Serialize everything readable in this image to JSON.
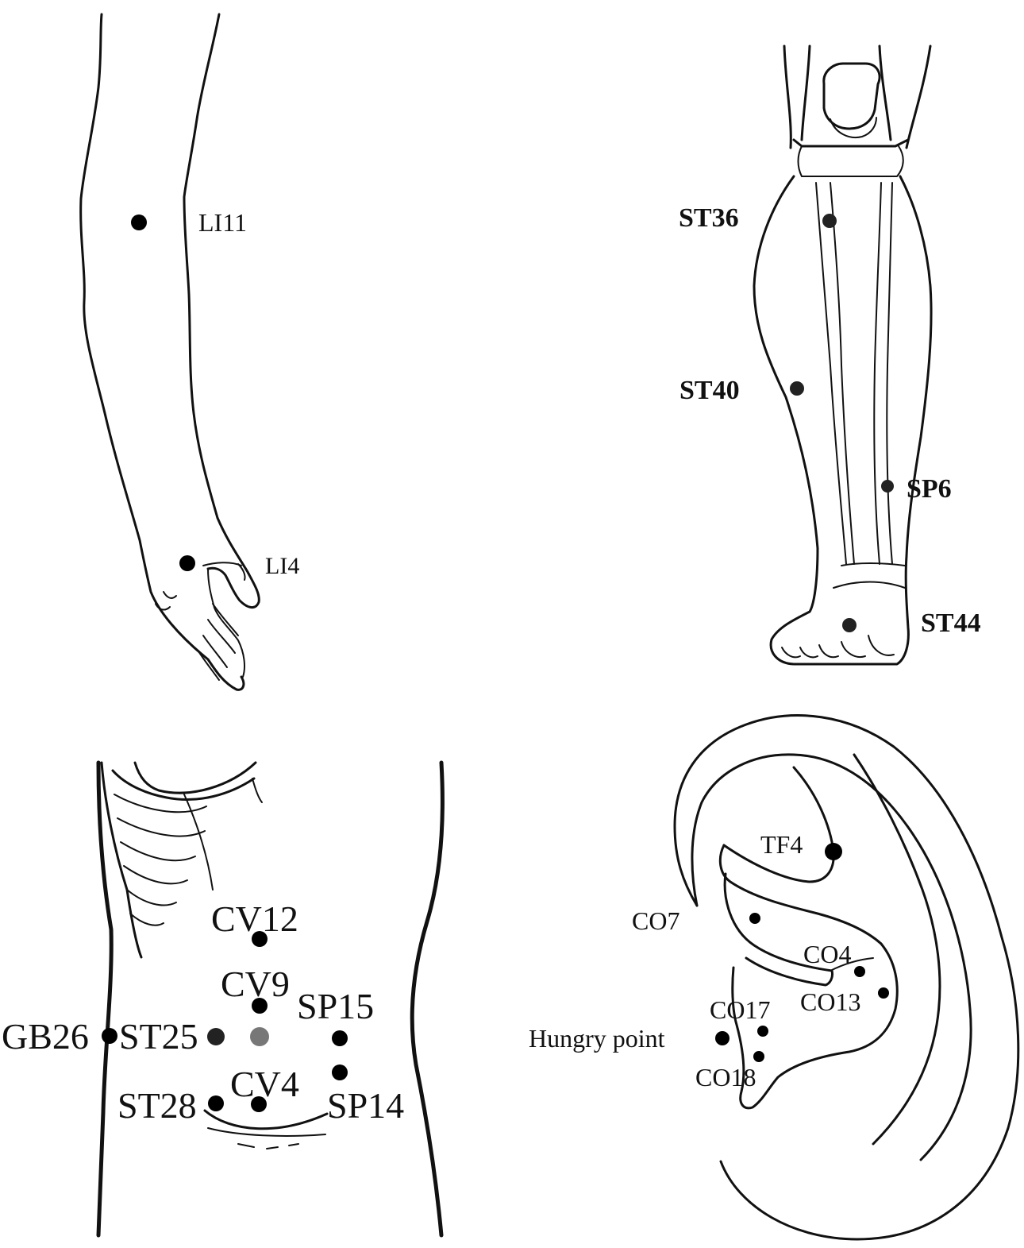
{
  "panels": {
    "arm": {
      "points": [
        {
          "id": "li11",
          "label": "LI11"
        },
        {
          "id": "li4",
          "label": "LI4"
        }
      ]
    },
    "leg": {
      "points": [
        {
          "id": "st36",
          "label": "ST36"
        },
        {
          "id": "st40",
          "label": "ST40"
        },
        {
          "id": "sp6",
          "label": "SP6"
        },
        {
          "id": "st44",
          "label": "ST44"
        }
      ]
    },
    "abdomen": {
      "points": [
        {
          "id": "cv12",
          "label": "CV12"
        },
        {
          "id": "cv9",
          "label": "CV9"
        },
        {
          "id": "sp15",
          "label": "SP15"
        },
        {
          "id": "gb26",
          "label": "GB26"
        },
        {
          "id": "st25",
          "label": "ST25"
        },
        {
          "id": "cv4",
          "label": "CV4"
        },
        {
          "id": "st28",
          "label": "ST28"
        },
        {
          "id": "sp14",
          "label": "SP14"
        }
      ]
    },
    "ear": {
      "points": [
        {
          "id": "tf4",
          "label": "TF4"
        },
        {
          "id": "co7",
          "label": "CO7"
        },
        {
          "id": "co4",
          "label": "CO4"
        },
        {
          "id": "co13",
          "label": "CO13"
        },
        {
          "id": "co17",
          "label": "CO17"
        },
        {
          "id": "hungry",
          "label": "Hungry point"
        },
        {
          "id": "co18",
          "label": "CO18"
        }
      ]
    }
  }
}
